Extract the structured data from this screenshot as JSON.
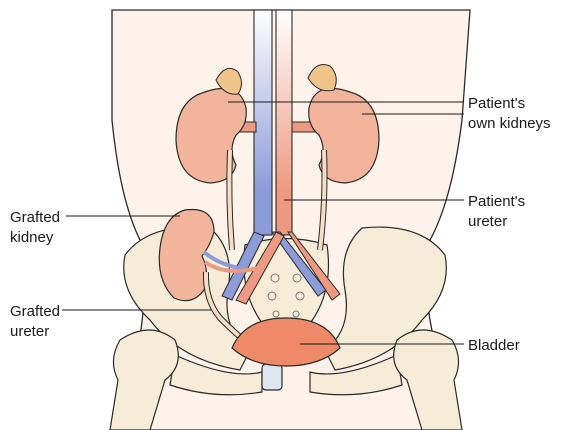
{
  "labels": {
    "own_kidneys": [
      "Patient's",
      "own kidneys"
    ],
    "patient_ureter": [
      "Patient's",
      "ureter"
    ],
    "bladder": "Bladder",
    "grafted_kidney": [
      "Grafted",
      "kidney"
    ],
    "grafted_ureter": [
      "Grafted",
      "ureter"
    ]
  },
  "colors": {
    "skin": "#fdf3ea",
    "bone": "#f6ecd8",
    "kidney": "#f2b49a",
    "adrenal": "#f0c488",
    "vein": "#8c9cd8",
    "artery": "#ee9a82",
    "bladder": "#ee8a68",
    "outline": "#2a2a2a"
  }
}
